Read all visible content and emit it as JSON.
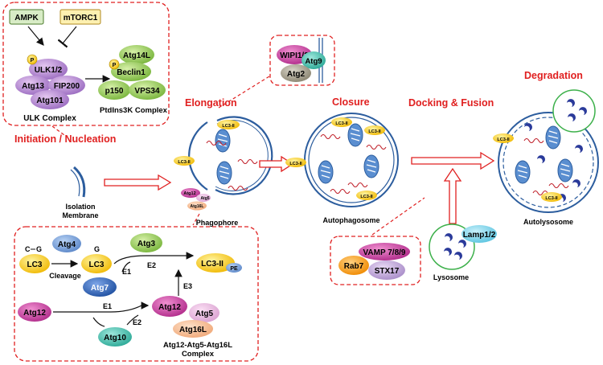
{
  "stages": {
    "initiation": "Initiation / Nucleation",
    "elongation": "Elongation",
    "closure": "Closure",
    "docking": "Docking & Fusion",
    "degradation": "Degradation"
  },
  "structures": {
    "isolation_membrane_1": "Isolation",
    "isolation_membrane_2": "Membrane",
    "phagophore": "Phagophore",
    "autophagosome": "Autophagosome",
    "autolysosome": "Autolysosome",
    "lysosome": "Lysosome"
  },
  "ulk_box": {
    "ampk": "AMPK",
    "mtorc1": "mTORC1",
    "p": "P",
    "ulk12": "ULK1/2",
    "atg13": "Atg13",
    "fip200": "FIP200",
    "atg101": "Atg101",
    "ulk_complex": "ULK Complex",
    "atg14l": "Atg14L",
    "beclin1": "Beclin1",
    "p150": "p150",
    "vps34": "VPS34",
    "pi3k_complex": "PtdIns3K Complex"
  },
  "wipi_box": {
    "wipi": "WIPI1/2",
    "atg9": "Atg9",
    "atg2": "Atg2"
  },
  "snare_box": {
    "vamp": "VAMP 7/8/9",
    "rab7": "Rab7",
    "stx17": "STX17"
  },
  "lamp": "Lamp1/2",
  "lc3_label": "LC3-II",
  "conjugation": {
    "cg": "C",
    "g_letter": "G",
    "g_letter2": "G",
    "lc3": "LC3",
    "atg4": "Atg4",
    "lc3b": "LC3",
    "cleavage": "Cleavage",
    "atg3": "Atg3",
    "e1a": "E1",
    "e2a": "E2",
    "lc3ii": "LC3-II",
    "pe": "PE",
    "atg7": "Atg7",
    "e3": "E3",
    "atg12": "Atg12",
    "e1b": "E1",
    "e2b": "E2",
    "atg12b": "Atg12",
    "atg5": "Atg5",
    "atg16l": "Atg16L",
    "atg10": "Atg10",
    "complex1": "Atg12-Atg5-Atg16L",
    "complex2": "Complex"
  },
  "phago_small": {
    "atg12": "Atg12",
    "atg5": "Atg5",
    "atg16l": "Atg16L"
  }
}
